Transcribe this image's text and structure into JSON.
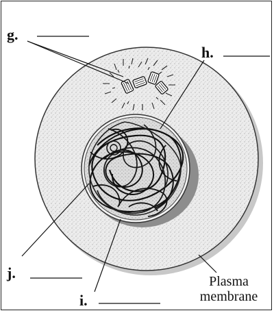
{
  "labels": {
    "g": "g.",
    "h": "h.",
    "i": "i.",
    "j": "j."
  },
  "caption": {
    "line1": "Plasma",
    "line2": "membrane"
  }
}
